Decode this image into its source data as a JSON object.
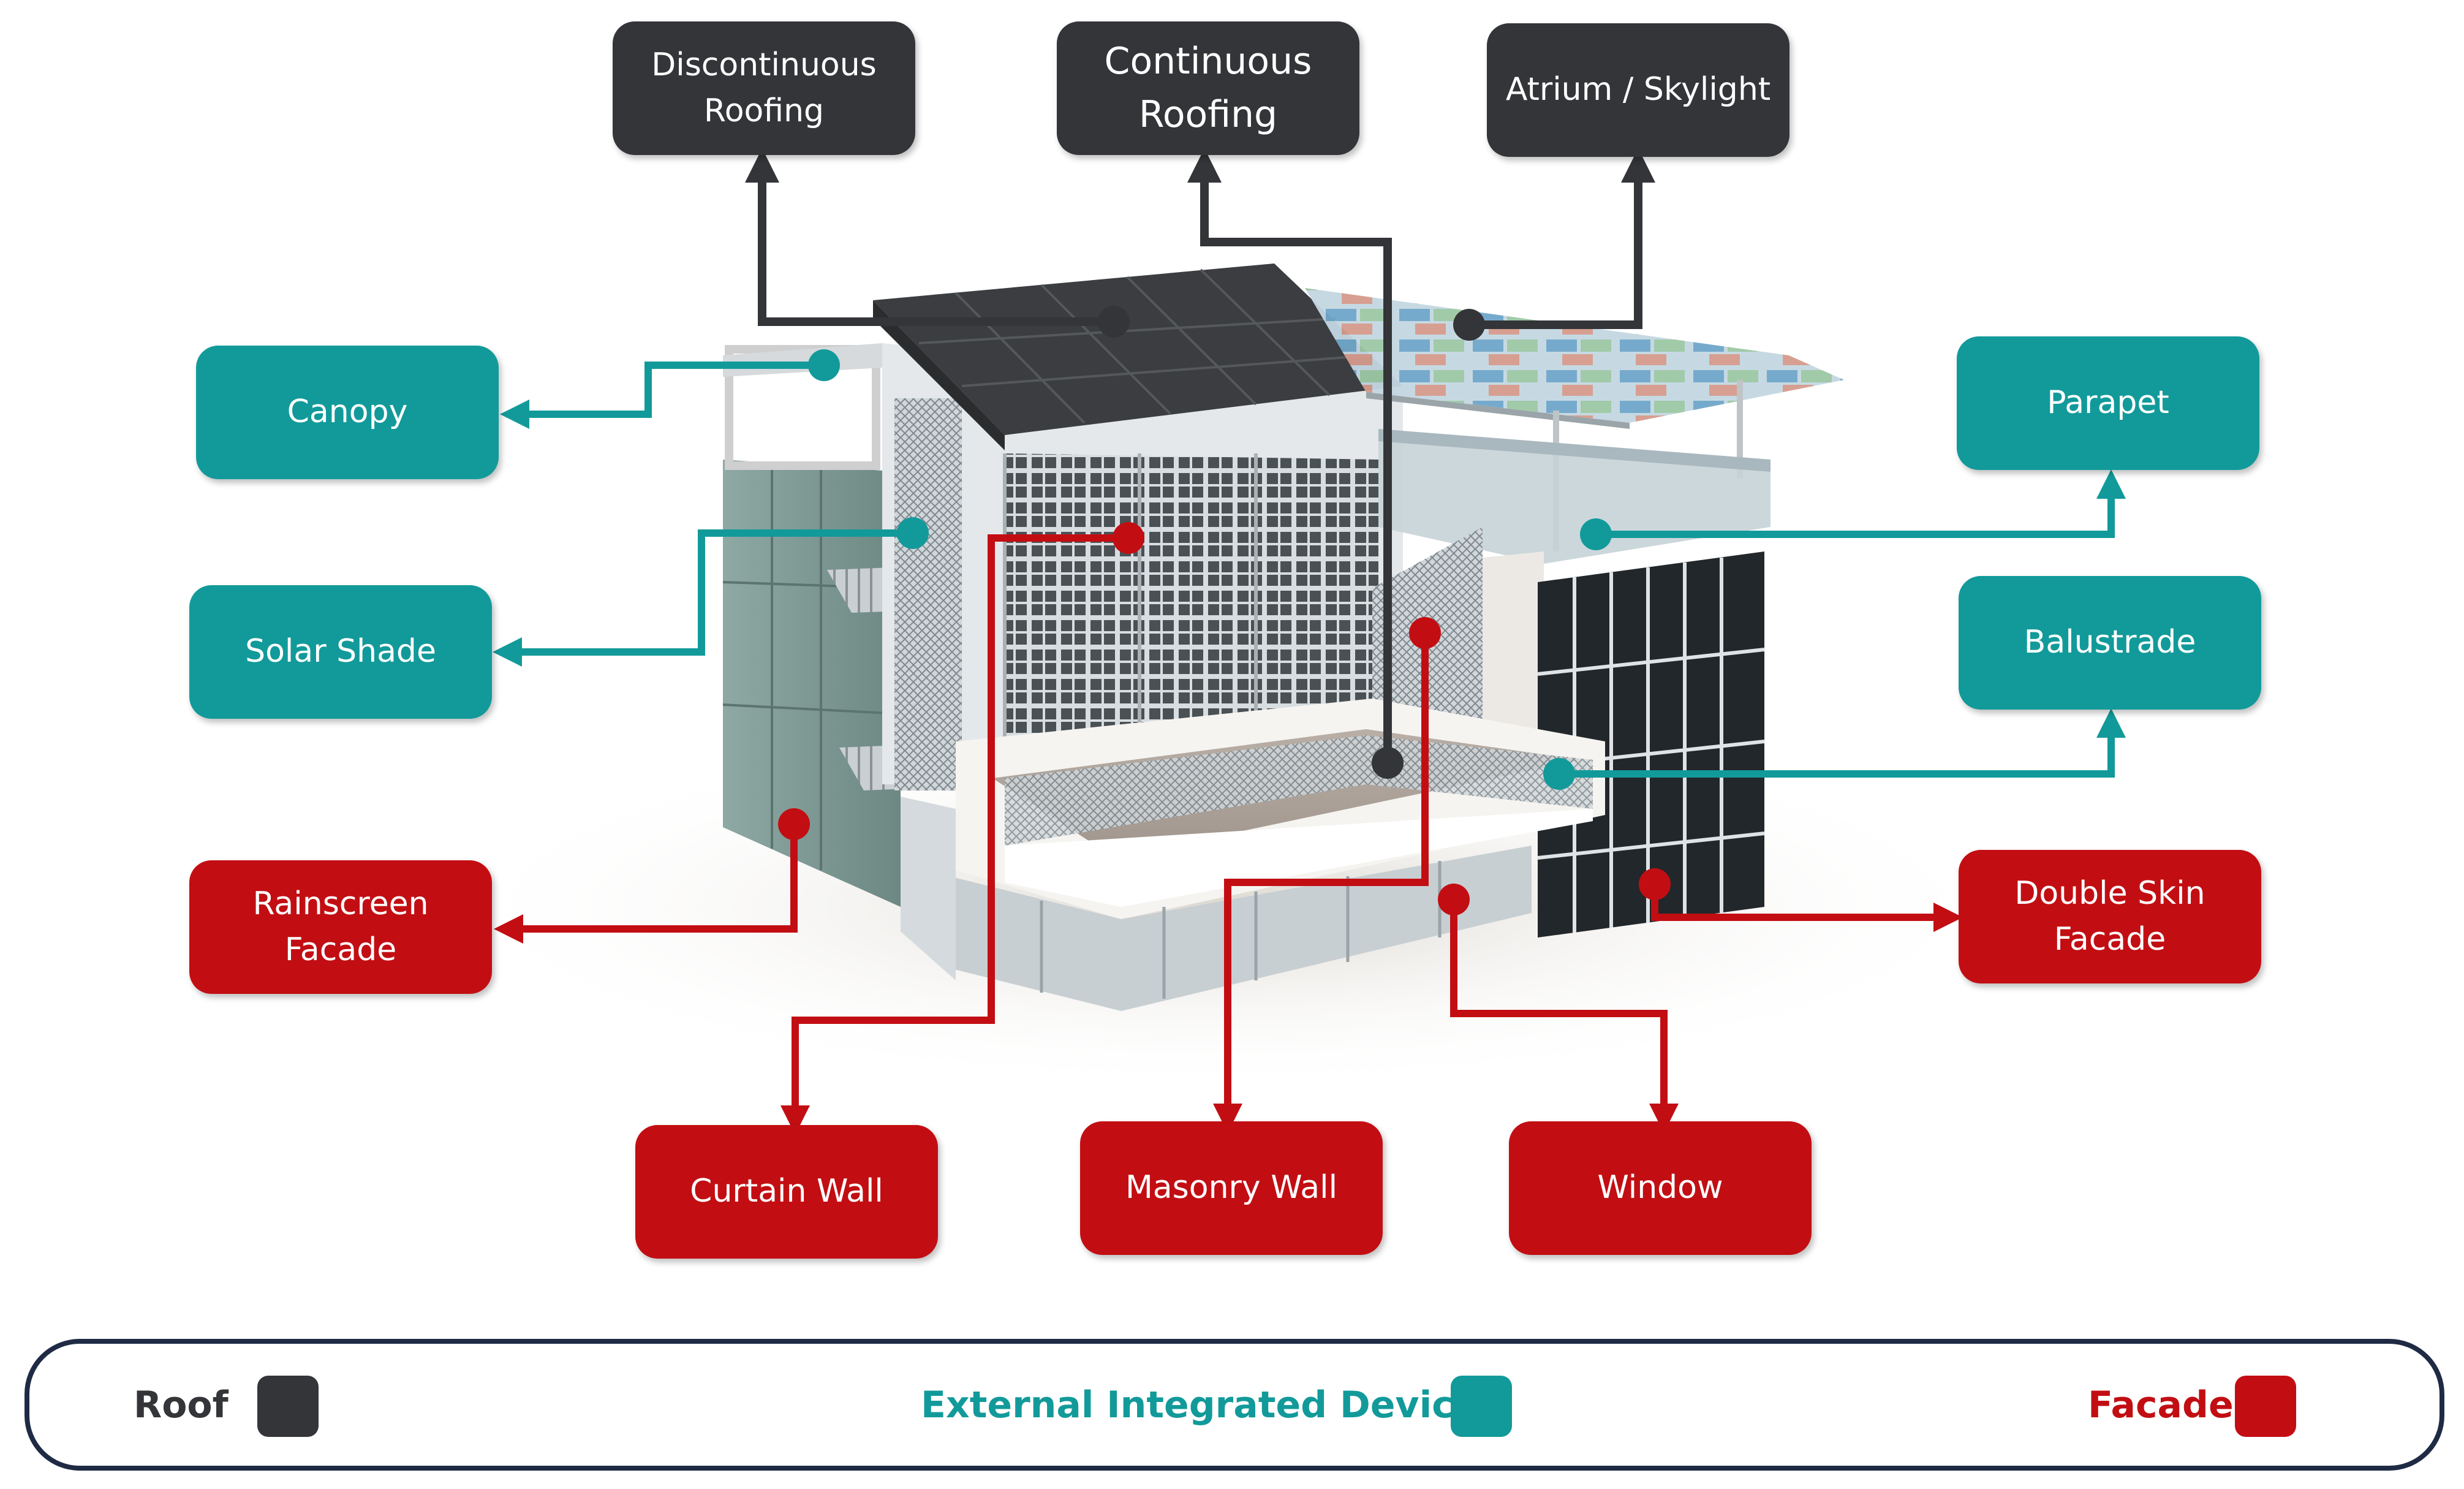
{
  "labels": {
    "discontinuous_roofing": "Discontinuous\nRoofing",
    "continuous_roofing": "Continuous\nRoofing",
    "atrium_skylight": "Atrium / Skylight",
    "canopy": "Canopy",
    "solar_shade": "Solar Shade",
    "rainscreen_facade": "Rainscreen\nFacade",
    "parapet": "Parapet",
    "balustrade": "Balustrade",
    "double_skin_facade": "Double Skin\nFacade",
    "curtain_wall": "Curtain Wall",
    "masonry_wall": "Masonry Wall",
    "window": "Window"
  },
  "legend": {
    "roof": "Roof",
    "external_integrated_devices": "External Integrated Devices",
    "facade": "Facade"
  },
  "colors": {
    "roof": "#333538",
    "external_integrated_devices": "#129a9a",
    "facade": "#c20e13"
  },
  "image": {
    "depicts": "building-cutaway-illustration"
  }
}
